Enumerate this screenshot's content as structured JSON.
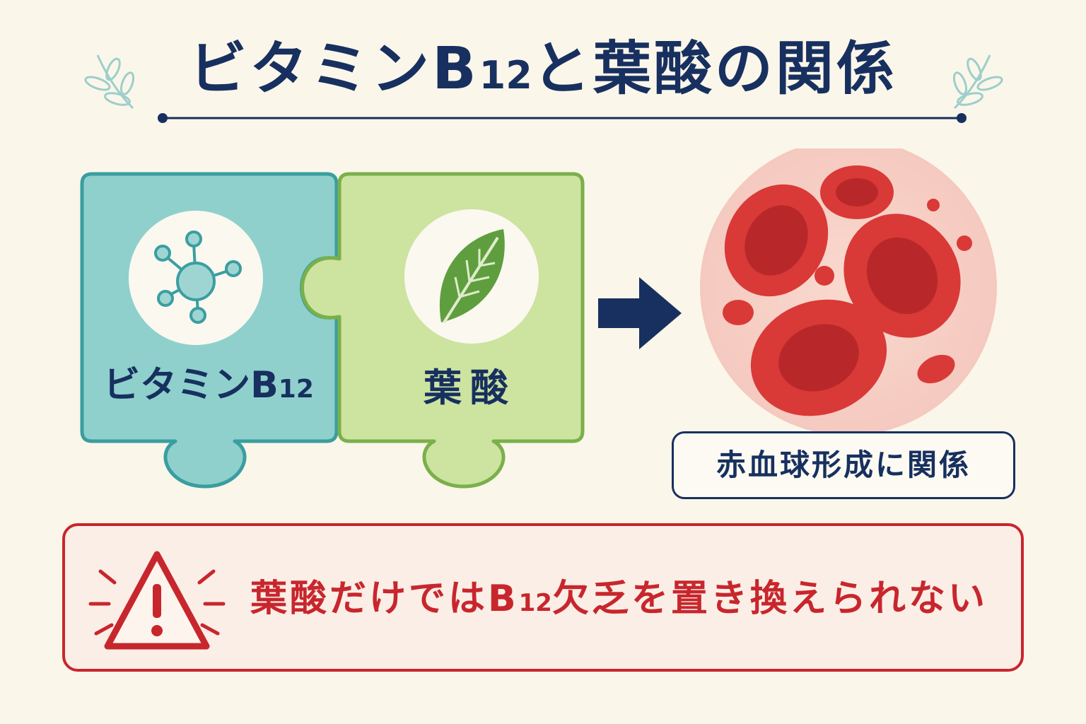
{
  "title": {
    "main": "ビタミンB",
    "sub": "12",
    "rest": "と葉酸の関係"
  },
  "pieces": {
    "b12": {
      "label_main": "ビタミンB",
      "label_sub": "12",
      "icon": "molecule-icon",
      "color": "#8fd0cc",
      "border": "#3a9ea0"
    },
    "folate": {
      "label": "葉酸",
      "icon": "leaf-icon",
      "color": "#cde3a0",
      "border": "#7ab04a"
    }
  },
  "result": {
    "label": "赤血球形成に関係",
    "icon": "red-blood-cells-icon"
  },
  "warning": {
    "icon": "warning-triangle-icon",
    "text_before": "葉酸だけではB",
    "text_sub": "12",
    "text_after": "欠乏を置き換えられない"
  },
  "colors": {
    "navy": "#17305f",
    "red": "#c8262d",
    "background": "#fbf6ea"
  }
}
